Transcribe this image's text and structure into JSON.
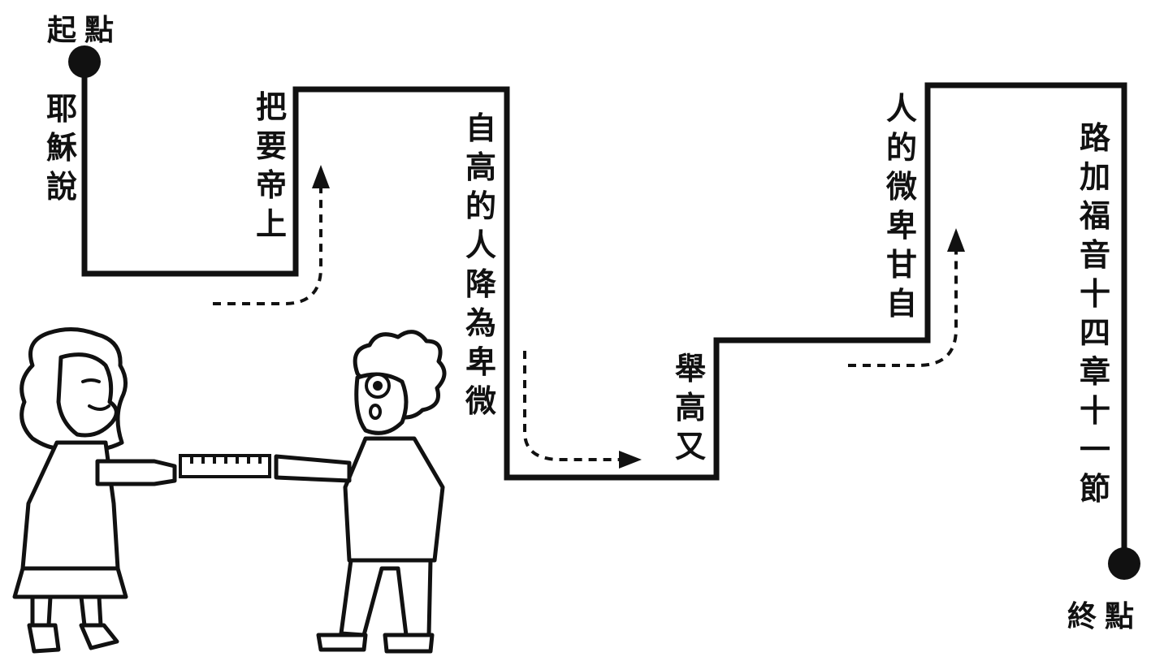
{
  "labels": {
    "start": "起點",
    "end": "終點"
  },
  "segments": {
    "s1": "耶穌說",
    "s2": "把要帝上",
    "s3": "自高的人降為卑微",
    "s4": "舉高又",
    "s5": "人的微卑甘自",
    "s6": "路加福音十四章十一節"
  },
  "colors": {
    "ink": "#111111",
    "background": "#ffffff"
  }
}
